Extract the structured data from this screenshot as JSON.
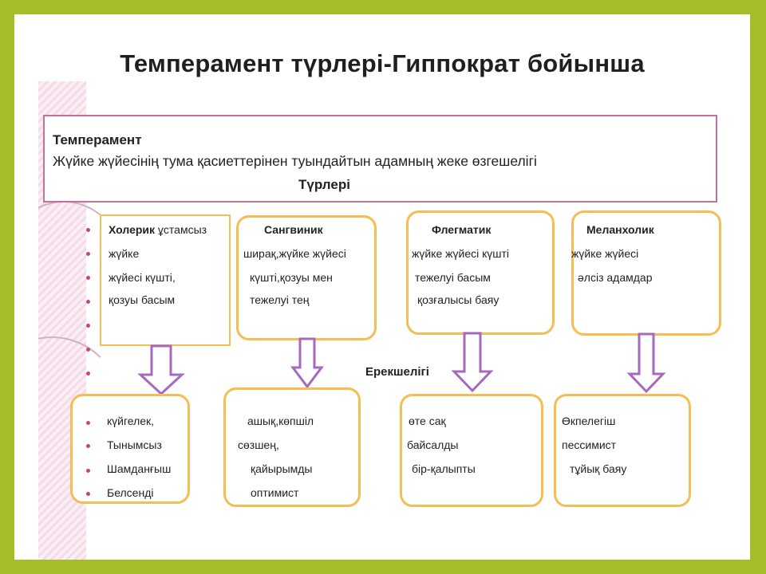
{
  "title": "Темперамент түрлері-Гиппократ бойынша",
  "definition": {
    "heading": "Темперамент",
    "text": "Жүйке жүйесінің тума қасиеттерінен туындайтын адамның жеке өзгешелігі",
    "types_heading": "Түрлері"
  },
  "features_heading": "Ерекшелігі",
  "types": [
    {
      "name": "Холерик",
      "name_suffix": " ұстамсыз",
      "description": [
        "жүйке",
        "жүйесі күшті,",
        "қозуы басым"
      ],
      "features": [
        "күйгелек,",
        "Тынымсыз",
        "Шамданғыш",
        "Белсенді"
      ]
    },
    {
      "name": "Сангвиник",
      "description": [
        "ширақ,жүйке жүйесі",
        "күшті,қозуы мен",
        "тежелуі тең"
      ],
      "features": [
        "ашық,көпшіл",
        "сөзшең,",
        "қайырымды",
        "оптимист"
      ]
    },
    {
      "name": "Флегматик",
      "description": [
        "жүйке жүйесі күшті",
        "тежелуі басым",
        "қозғалысы баяу"
      ],
      "features": [
        "өте сақ",
        "байсалды",
        "бір-қалыпты"
      ]
    },
    {
      "name": "Меланхолик",
      "description": [
        "жүйке жүйесі",
        "әлсіз адамдар"
      ],
      "features": [
        "Өкпелегіш",
        "пессимист",
        "тұйық баяу"
      ]
    }
  ],
  "colors": {
    "frame_green": "#a5be28",
    "box_border_yellow": "#f4be55",
    "definition_border_pink": "#c56f9b",
    "arrow_purple": "#a569bd",
    "bullet_magenta": "#c7437a"
  }
}
